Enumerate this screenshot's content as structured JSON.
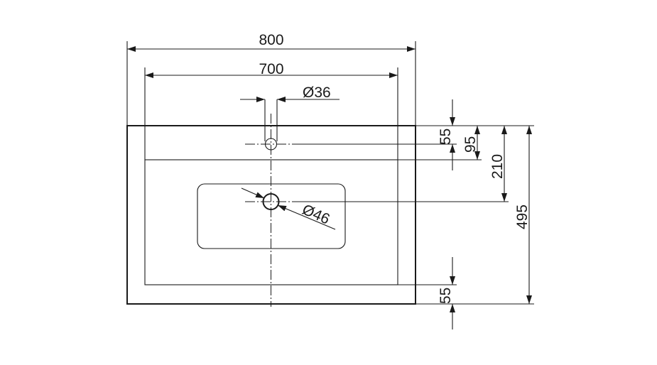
{
  "dimensions": {
    "overall_width": "800",
    "inner_width": "700",
    "tap_hole_diameter": "Ø36",
    "drain_diameter": "Ø46",
    "tap_hole_offset": "55",
    "rim_depth": "95",
    "drain_offset": "210",
    "overall_depth": "495",
    "front_rim": "55"
  }
}
